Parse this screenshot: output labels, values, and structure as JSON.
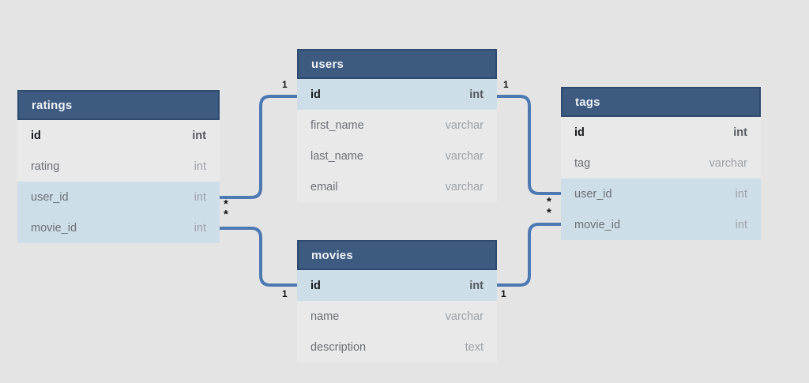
{
  "tables": {
    "ratings": {
      "name": "ratings",
      "columns": [
        {
          "name": "id",
          "type": "int",
          "pk": true,
          "highlighted": false
        },
        {
          "name": "rating",
          "type": "int",
          "pk": false,
          "highlighted": false
        },
        {
          "name": "user_id",
          "type": "int",
          "pk": false,
          "highlighted": true
        },
        {
          "name": "movie_id",
          "type": "int",
          "pk": false,
          "highlighted": true
        }
      ]
    },
    "users": {
      "name": "users",
      "columns": [
        {
          "name": "id",
          "type": "int",
          "pk": true,
          "highlighted": true
        },
        {
          "name": "first_name",
          "type": "varchar",
          "pk": false,
          "highlighted": false
        },
        {
          "name": "last_name",
          "type": "varchar",
          "pk": false,
          "highlighted": false
        },
        {
          "name": "email",
          "type": "varchar",
          "pk": false,
          "highlighted": false
        }
      ]
    },
    "movies": {
      "name": "movies",
      "columns": [
        {
          "name": "id",
          "type": "int",
          "pk": true,
          "highlighted": true
        },
        {
          "name": "name",
          "type": "varchar",
          "pk": false,
          "highlighted": false
        },
        {
          "name": "description",
          "type": "text",
          "pk": false,
          "highlighted": false
        }
      ]
    },
    "tags": {
      "name": "tags",
      "columns": [
        {
          "name": "id",
          "type": "int",
          "pk": true,
          "highlighted": false
        },
        {
          "name": "tag",
          "type": "varchar",
          "pk": false,
          "highlighted": false
        },
        {
          "name": "user_id",
          "type": "int",
          "pk": false,
          "highlighted": true
        },
        {
          "name": "movie_id",
          "type": "int",
          "pk": false,
          "highlighted": true
        }
      ]
    }
  },
  "relationships": [
    {
      "from_table": "ratings",
      "from_column": "user_id",
      "to_table": "users",
      "to_column": "id",
      "from_cardinality": "*",
      "to_cardinality": "1"
    },
    {
      "from_table": "ratings",
      "from_column": "movie_id",
      "to_table": "movies",
      "to_column": "id",
      "from_cardinality": "*",
      "to_cardinality": "1"
    },
    {
      "from_table": "tags",
      "from_column": "user_id",
      "to_table": "users",
      "to_column": "id",
      "from_cardinality": "*",
      "to_cardinality": "1"
    },
    {
      "from_table": "tags",
      "from_column": "movie_id",
      "to_table": "movies",
      "to_column": "id",
      "from_cardinality": "*",
      "to_cardinality": "1"
    }
  ],
  "colors": {
    "page_background": "#e4e4e4",
    "table_header": "#3d5a80",
    "table_header_border": "#2e4a6e",
    "row_default": "#e9e9e9",
    "row_highlight": "#cddee8",
    "connector": "#4d79b3"
  }
}
